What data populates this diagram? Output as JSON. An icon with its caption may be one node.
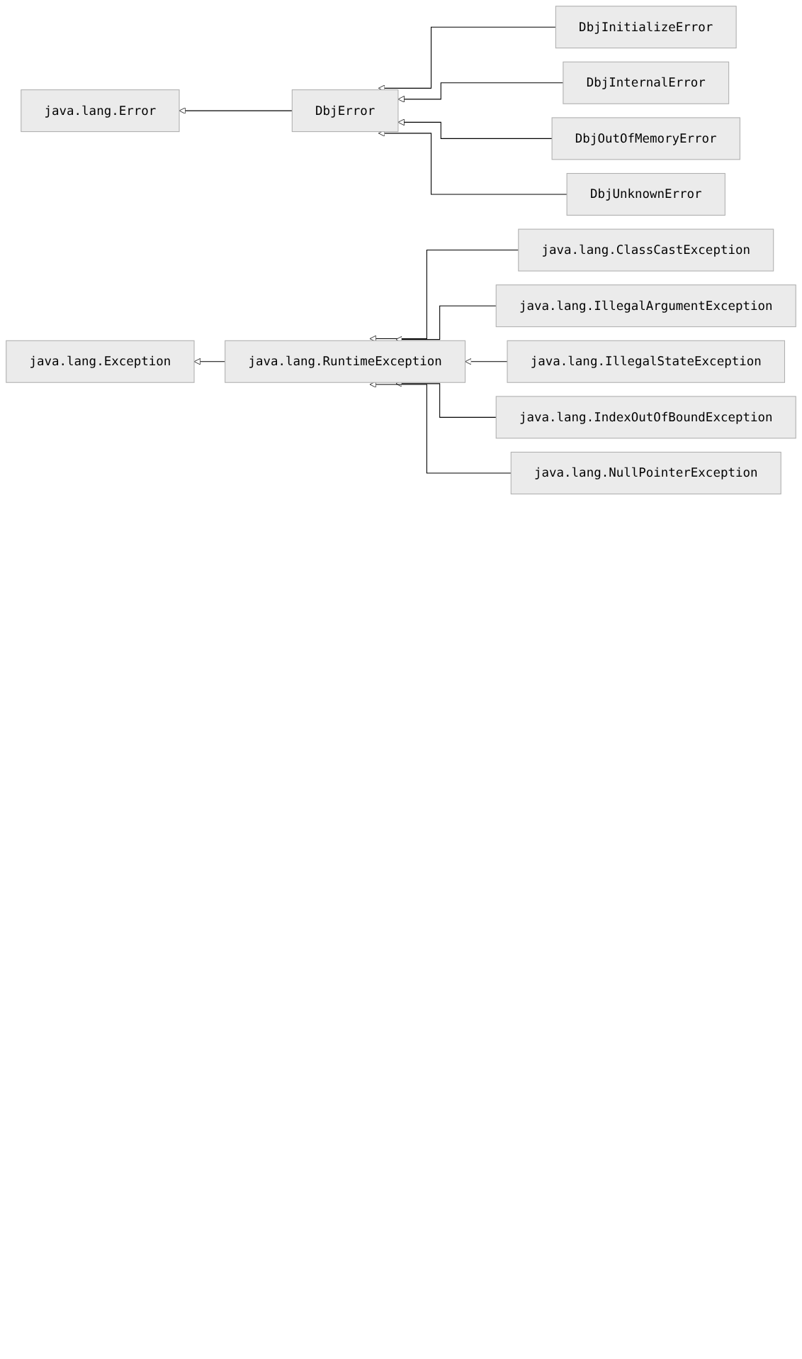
{
  "diagram": {
    "nodes": [
      {
        "text": [
          "java.lang.Error"
        ]
      },
      {
        "text": [
          "DbjError"
        ]
      },
      {
        "text": [
          "DbjInitializeError"
        ]
      },
      {
        "text": [
          "DbjInternalError"
        ]
      },
      {
        "text": [
          "DbjOutOfMemoryError"
        ]
      },
      {
        "text": [
          "DbjUnknownError"
        ]
      },
      {
        "text": [
          "java.lang.Exception"
        ]
      },
      {
        "text": [
          "java.lang.RuntimeException"
        ]
      },
      {
        "text": [
          "java.lang.ClassCastException"
        ]
      },
      {
        "text": [
          "java.lang.IllegalArgumentException"
        ]
      },
      {
        "text": [
          "java.lang.IllegalStateException"
        ]
      },
      {
        "text": [
          "java.lang.IndexOutOfBoundException"
        ]
      },
      {
        "text": [
          "java.lang.NullPointerException"
        ]
      }
    ],
    "edges": [
      {
        "from": 1,
        "to": 0,
        "arrow": "to"
      },
      {
        "from": 2,
        "to": 1,
        "arrow": "to"
      },
      {
        "from": 3,
        "to": 1,
        "arrow": "to"
      },
      {
        "from": 4,
        "to": 1,
        "arrow": "to"
      },
      {
        "from": 5,
        "to": 1,
        "arrow": "to"
      },
      {
        "from": 7,
        "to": 6,
        "arrow": "to"
      },
      {
        "from": 8,
        "to": 7,
        "arrow": "to"
      },
      {
        "from": 9,
        "to": 7,
        "arrow": "to"
      },
      {
        "from": 10,
        "to": 7,
        "arrow": "to"
      },
      {
        "from": 11,
        "to": 7,
        "arrow": "to"
      },
      {
        "from": 12,
        "to": 7,
        "arrow": "to"
      }
    ]
  }
}
